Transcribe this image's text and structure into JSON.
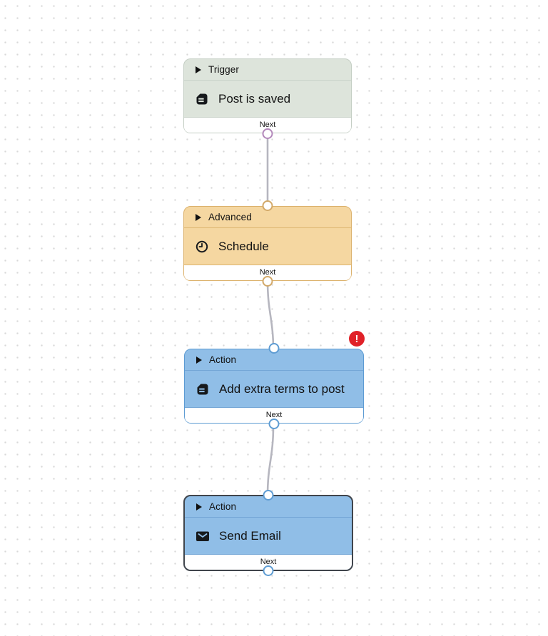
{
  "canvas": {
    "background_color": "#ffffff",
    "dot_grid_color": "#d8d8d8",
    "connector_color": "#b6b6bf"
  },
  "nodes": [
    {
      "id": "trigger-post-is-saved",
      "category": "Trigger",
      "title": "Post is saved",
      "icon": "document-icon",
      "footer_label": "Next",
      "has_input_port": false,
      "has_output_port": true,
      "colors": {
        "bg": "#dde4db",
        "border": "#c4cec4",
        "port": "#b287ba"
      }
    },
    {
      "id": "advanced-schedule",
      "category": "Advanced",
      "title": "Schedule",
      "icon": "clock-icon",
      "footer_label": "Next",
      "has_input_port": true,
      "has_output_port": true,
      "colors": {
        "bg": "#f5d7a1",
        "border": "#dcb26d",
        "port": "#d2a868"
      }
    },
    {
      "id": "action-add-extra-terms",
      "category": "Action",
      "title": "Add extra terms to post",
      "icon": "document-icon",
      "footer_label": "Next",
      "has_input_port": true,
      "has_output_port": true,
      "error": "!",
      "error_color": "#e02128",
      "colors": {
        "bg": "#90bee7",
        "border": "#5e9cd3",
        "port": "#5e9cd3"
      }
    },
    {
      "id": "action-send-email",
      "category": "Action",
      "title": "Send Email",
      "icon": "email-icon",
      "footer_label": "Next",
      "has_input_port": true,
      "has_output_port": true,
      "selected": true,
      "colors": {
        "bg": "#90bee7",
        "border": "#40454c",
        "port": "#5e9cd3"
      }
    }
  ],
  "connections": [
    {
      "from": "trigger-post-is-saved",
      "to": "advanced-schedule"
    },
    {
      "from": "advanced-schedule",
      "to": "action-add-extra-terms"
    },
    {
      "from": "action-add-extra-terms",
      "to": "action-send-email"
    }
  ]
}
